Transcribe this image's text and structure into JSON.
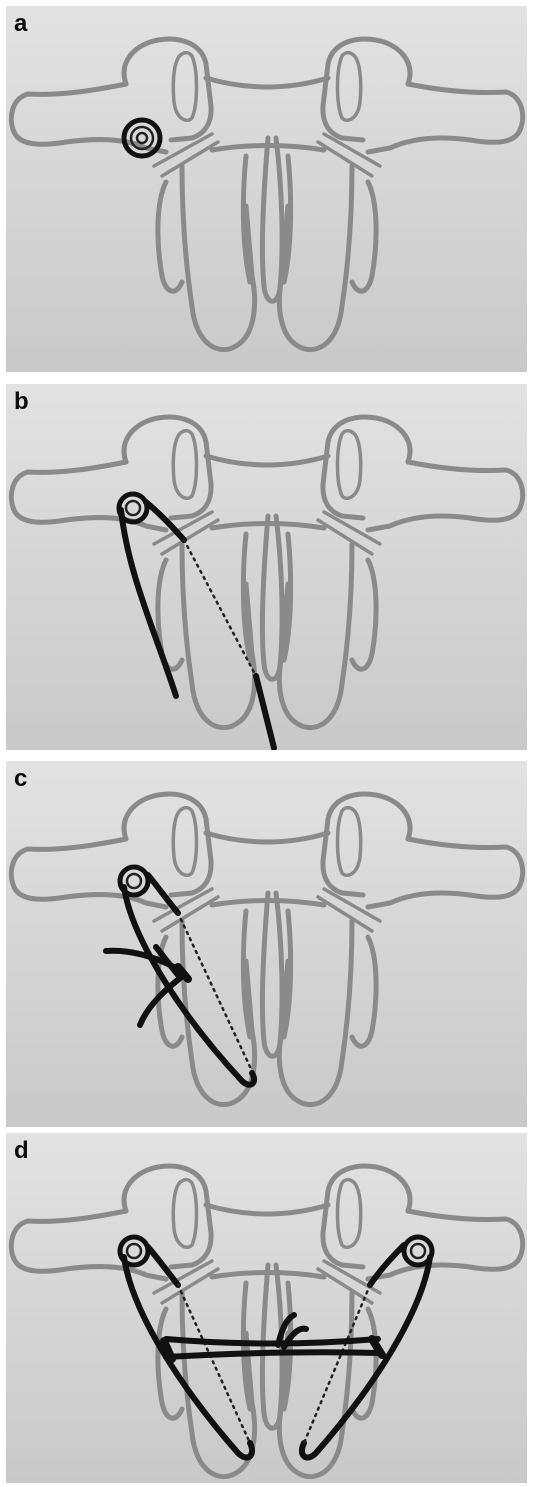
{
  "panels": [
    {
      "id": "a",
      "label": "a"
    },
    {
      "id": "b",
      "label": "b"
    },
    {
      "id": "c",
      "label": "c"
    },
    {
      "id": "d",
      "label": "d"
    }
  ],
  "colors": {
    "bone_outline": "#8a8a8a",
    "ink": "#111111",
    "background": "#d8d8d8"
  }
}
